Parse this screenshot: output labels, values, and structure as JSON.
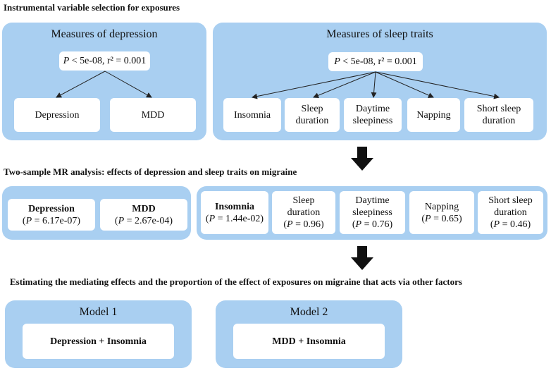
{
  "sections": {
    "iv_heading": "Instrumental variable selection for exposures",
    "mr_heading": "Two-sample MR analysis: effects of depression and sleep traits on migraine",
    "med_heading": "Estimating the mediating effects and the proportion of the effect of exposures on migraine that acts via other factors"
  },
  "depression_panel": {
    "title": "Measures of depression",
    "criterion_p": "P",
    "criterion_rest": " < 5e-08, r² = 0.001",
    "items": [
      "Depression",
      "MDD"
    ]
  },
  "sleep_panel": {
    "title": "Measures of sleep traits",
    "criterion_p": "P",
    "criterion_rest": " < 5e-08, r² = 0.001",
    "items": [
      {
        "line1": "Insomnia",
        "line2": ""
      },
      {
        "line1": "Sleep",
        "line2": "duration"
      },
      {
        "line1": "Daytime",
        "line2": "sleepiness"
      },
      {
        "line1": "Napping",
        "line2": ""
      },
      {
        "line1": "Short sleep",
        "line2": "duration"
      }
    ]
  },
  "mr_depression": [
    {
      "name": "Depression",
      "p": "P",
      "value": " = 6.17e-07)",
      "open": "("
    },
    {
      "name": "MDD",
      "p": "P",
      "value": " = 2.67e-04)",
      "open": "("
    }
  ],
  "mr_sleep": [
    {
      "line1": "Insomnia",
      "line2": "",
      "p": "P",
      "value": " = 1.44e-02)",
      "open": "(",
      "bold": true
    },
    {
      "line1": "Sleep",
      "line2": "duration",
      "p": "P",
      "value": " = 0.96)",
      "open": "("
    },
    {
      "line1": "Daytime",
      "line2": "sleepiness",
      "p": "P",
      "value": " = 0.76)",
      "open": "("
    },
    {
      "line1": "Napping",
      "line2": "",
      "p": "P",
      "value": " = 0.65)",
      "open": "("
    },
    {
      "line1": "Short sleep",
      "line2": "duration",
      "p": "P",
      "value": " = 0.46)",
      "open": "("
    }
  ],
  "models": [
    {
      "title": "Model 1",
      "content": "Depression + Insomnia"
    },
    {
      "title": "Model 2",
      "content": "MDD + Insomnia"
    }
  ],
  "colors": {
    "panel": "#a9cff1",
    "box": "#ffffff",
    "arrow": "#111111"
  }
}
